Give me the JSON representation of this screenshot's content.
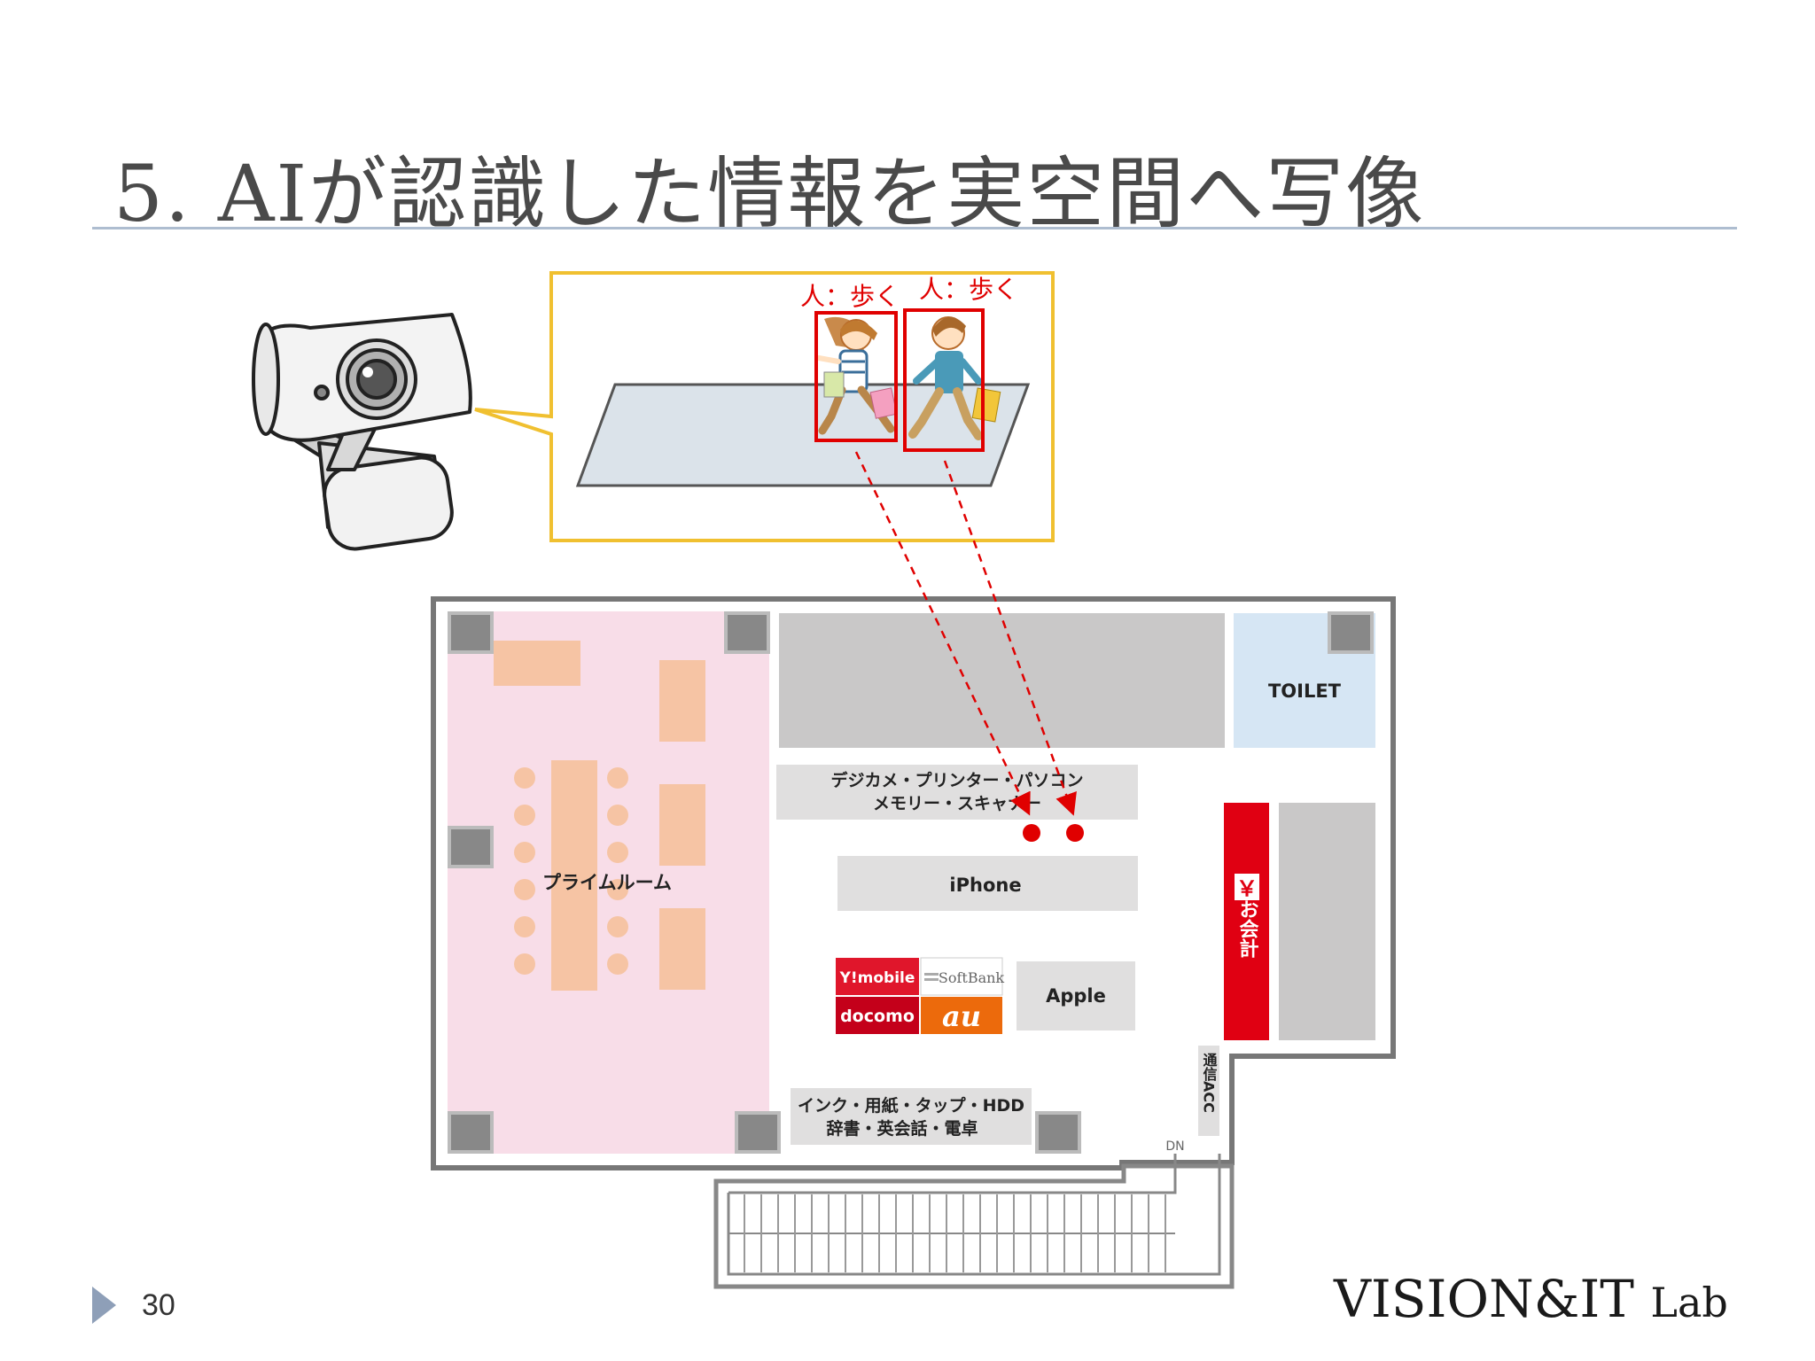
{
  "slide": {
    "title": "5. AIが認識した情報を実空間へ写像",
    "page_number": "30",
    "brand_main": "VISION&IT",
    "brand_lab": "Lab"
  },
  "camera_view": {
    "detections": [
      {
        "label": "人：歩く"
      },
      {
        "label": "人：歩く"
      }
    ]
  },
  "floor_plan": {
    "prime_room": "プライムルーム",
    "toilet": "TOILET",
    "shelf_digicam_line1": "デジカメ・プリンター・パソコン",
    "shelf_digicam_line2": "メモリー・スキャナー",
    "iphone": "iPhone",
    "apple": "Apple",
    "ink_line1": "インク・用紙・タップ・HDD",
    "ink_line2": "辞書・英会話・電卓",
    "checkout_symbol": "￥",
    "checkout": "お会計",
    "comm_acc": "通信ACC",
    "stairs_dn": "DN",
    "carriers": {
      "ymobile": "Y!mobile",
      "softbank": "SoftBank",
      "docomo": "docomo",
      "au": "au"
    }
  },
  "colors": {
    "detection": "#e00000",
    "callout_border": "#f0c030",
    "prime_room": "#f8dde8",
    "furniture": "#f6c4a4",
    "toilet": "#d6e6f4",
    "checkout": "#e00012",
    "walls": "#777777"
  }
}
